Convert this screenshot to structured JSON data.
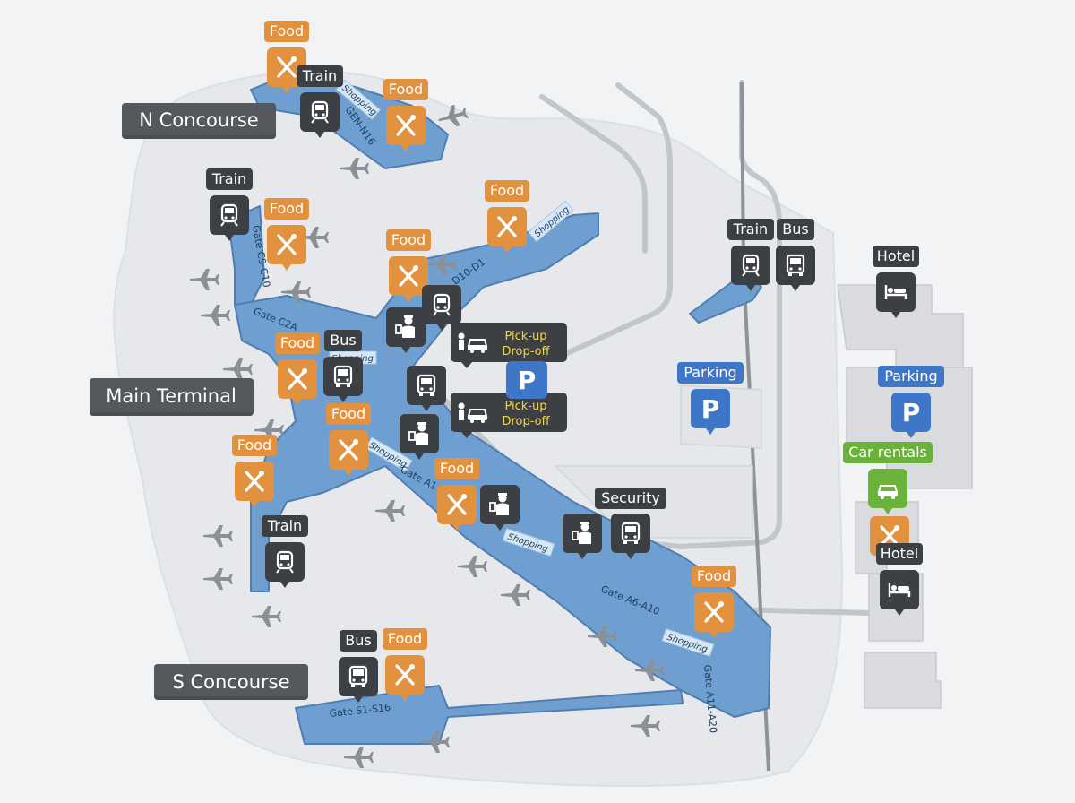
{
  "concourses": {
    "north": "N Concourse",
    "main": "Main Terminal",
    "south": "S Concourse"
  },
  "labels": {
    "food": "Food",
    "train": "Train",
    "bus": "Bus",
    "hotel": "Hotel",
    "parking": "Parking",
    "security": "Security",
    "car_rentals": "Car rentals",
    "pickup_line1": "Pick-up",
    "pickup_line2": "Drop-off",
    "parking_symbol": "P"
  },
  "gates": {
    "north": "GEN-N16",
    "c_upper": "Gate C9-C10",
    "c2a": "Gate C2A",
    "d": "D10-D1",
    "a1": "Gate A1",
    "a6": "Gate A6-A10",
    "a11": "Gate A11-A20",
    "south": "Gate S1-S16"
  },
  "shopping": "Shopping",
  "colors": {
    "concourse": "#6f9fd1",
    "concourse_dark": "#4f7eb0",
    "food": "#e2913f",
    "dark_tag": "#3c3f44",
    "parking": "#3f77c8",
    "car_rental": "#6ab23a",
    "ground": "#e7e9ec",
    "road": "#b9bec4",
    "pickup_text": "#f3d34a"
  },
  "icons": [
    "fork-knife-icon",
    "train-icon",
    "bus-icon",
    "bed-icon",
    "car-icon",
    "security-officer-icon",
    "airplane-icon",
    "car-rental-icon"
  ]
}
